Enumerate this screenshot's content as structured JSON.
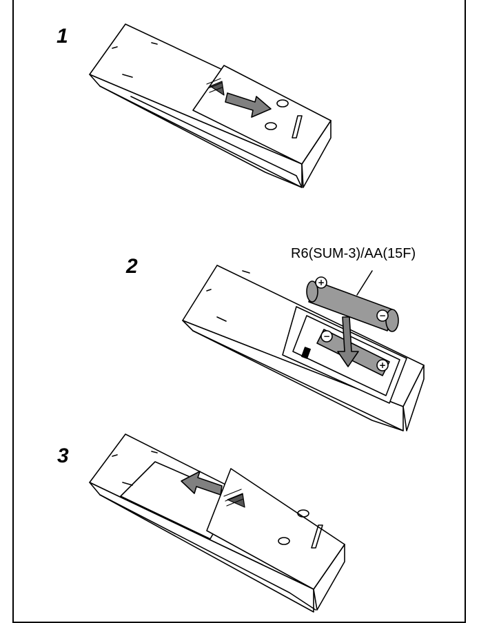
{
  "steps": [
    {
      "number": "1"
    },
    {
      "number": "2"
    },
    {
      "number": "3"
    }
  ],
  "battery": {
    "label": "R6(SUM-3)/AA(15F)",
    "plus_symbol": "+",
    "minus_symbol": "−"
  },
  "colors": {
    "line": "#000000",
    "arrow_fill": "#808080",
    "battery_fill": "#9a9a9a",
    "background": "#ffffff"
  }
}
